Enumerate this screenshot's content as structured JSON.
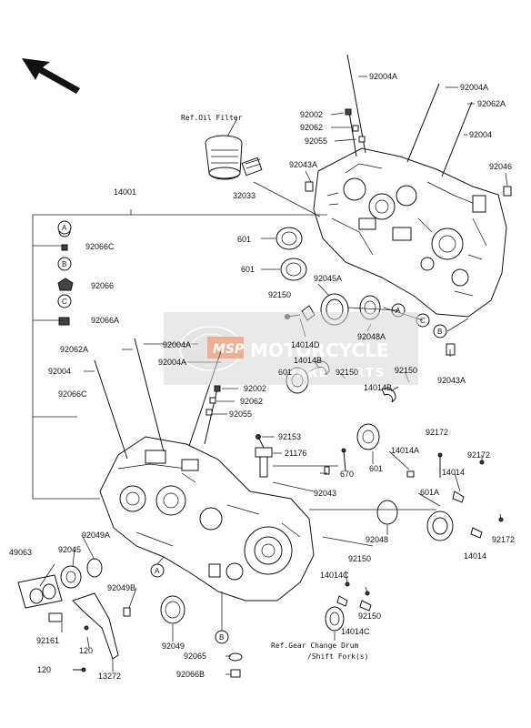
{
  "labels": {
    "oil_filter": "Ref.Oil Filter",
    "gear_drum_1": "Ref.Gear Change Drum",
    "gear_drum_2": "/Shift Fork(s)",
    "p14001": "14001",
    "p32033": "32033",
    "p92004A_1": "92004A",
    "p92004A_2": "92004A",
    "p92062A_top": "92062A",
    "p92004_top": "92004",
    "p92002_top": "92002",
    "p92062_top": "92062",
    "p92055_top": "92055",
    "p92043A_top": "92043A",
    "p92046": "92046",
    "p92066C": "92066C",
    "p92066": "92066",
    "p92066A": "92066A",
    "p601_a": "601",
    "p601_b": "601",
    "p92045A": "92045A",
    "p92150_a": "92150",
    "p92048A": "92048A",
    "p14014D": "14014D",
    "p92043A_bot": "92043A",
    "p92062A_mid": "92062A",
    "p92004A_mid1": "92004A",
    "p92004A_mid2": "92004A",
    "p92004_mid": "92004",
    "p92066C_mid": "92066C",
    "p601_c": "601",
    "p14014B_a": "14014B",
    "p92150_b": "92150",
    "p92150_c": "92150",
    "p14014B_b": "14014B",
    "p92002_mid": "92002",
    "p92062_mid": "92062",
    "p92055_mid": "92055",
    "p92153": "92153",
    "p21176": "21176",
    "p670": "670",
    "p601_d": "601",
    "p14014A": "14014A",
    "p92172_a": "92172",
    "p92172_b": "92172",
    "p14014_a": "14014",
    "p92043": "92043",
    "p601A": "601A",
    "p92049A": "92049A",
    "p49063": "49063",
    "p92045": "92045",
    "p92048": "92048",
    "p92172_c": "92172",
    "p14014_b": "14014",
    "p92150_d": "92150",
    "p14014C_a": "14014C",
    "p92049B": "92049B",
    "p92150_e": "92150",
    "p14014C_b": "14014C",
    "p92161": "92161",
    "p120_a": "120",
    "p92049": "92049",
    "p92065": "92065",
    "p120_b": "120",
    "p13272": "13272",
    "p92066B": "92066B"
  },
  "callouts": {
    "A1": "A",
    "B1": "B",
    "C1": "C",
    "A2": "A",
    "B2": "B",
    "C2": "C",
    "A3": "A",
    "B3": "B"
  },
  "watermark": {
    "line1": "MOTORCYCLE",
    "line2": "SPARE PARTS",
    "logo": "MSP"
  },
  "colors": {
    "watermark": "#e0703c"
  }
}
